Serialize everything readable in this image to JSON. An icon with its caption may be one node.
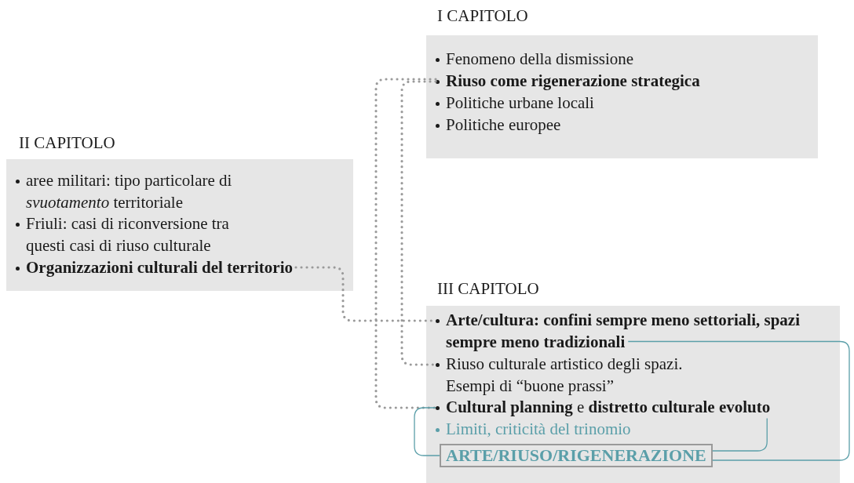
{
  "diagram": {
    "nodes": [
      {
        "text": [
          "I CAPITOLO"
        ]
      },
      {
        "text": [
          "Fenomeno della dismissione"
        ],
        "in": 0
      },
      {
        "text": [
          "Riuso come rigenerazione strategica"
        ],
        "in": 0
      },
      {
        "text": [
          "Politiche urbane locali"
        ],
        "in": 0
      },
      {
        "text": [
          "Politiche europee"
        ],
        "in": 0
      },
      {
        "text": [
          "II CAPITOLO"
        ]
      },
      {
        "text": [
          "aree militari: tipo particolare di *svuotamento* territoriale"
        ],
        "in": 5
      },
      {
        "text": [
          "Friuli: casi di riconversione tra questi casi di riuso culturale"
        ],
        "in": 5
      },
      {
        "text": [
          "Organizzazioni culturali del territorio"
        ],
        "in": 5
      },
      {
        "text": [
          "III CAPITOLO"
        ]
      },
      {
        "text": [
          "Arte/cultura: confini sempre meno settoriali, spazi sempre meno tradizionali"
        ],
        "in": 9
      },
      {
        "text": [
          "Riuso culturale artistico degli spazi. Esempi di “buone prassi”"
        ],
        "in": 9
      },
      {
        "text": [
          "**Cultural planning** e **distretto culturale evoluto**"
        ],
        "in": 9
      },
      {
        "text": [
          "Limiti, criticità del trinomio"
        ],
        "in": 9
      },
      {
        "text": [
          "ARTE/RIUSO/RIGENERAZIONE"
        ],
        "in": 9
      }
    ],
    "edges": [
      {
        "from": 2,
        "to": 11,
        "arrow": "none",
        "style": "dashed",
        "color": "#9a9a9a"
      },
      {
        "from": 2,
        "to": 12,
        "arrow": "none",
        "style": "dashed",
        "color": "#9a9a9a"
      },
      {
        "from": 8,
        "to": 10,
        "arrow": "none",
        "style": "dashed",
        "color": "#9a9a9a"
      },
      {
        "from": 10,
        "to": 14,
        "arrow": "none",
        "color": "#5b9fa9"
      },
      {
        "from": 12,
        "to": 14,
        "arrow": "none",
        "color": "#5b9fa9"
      },
      {
        "from": 12,
        "to": 14,
        "arrow": "none",
        "color": "#5b9fa9"
      }
    ]
  }
}
